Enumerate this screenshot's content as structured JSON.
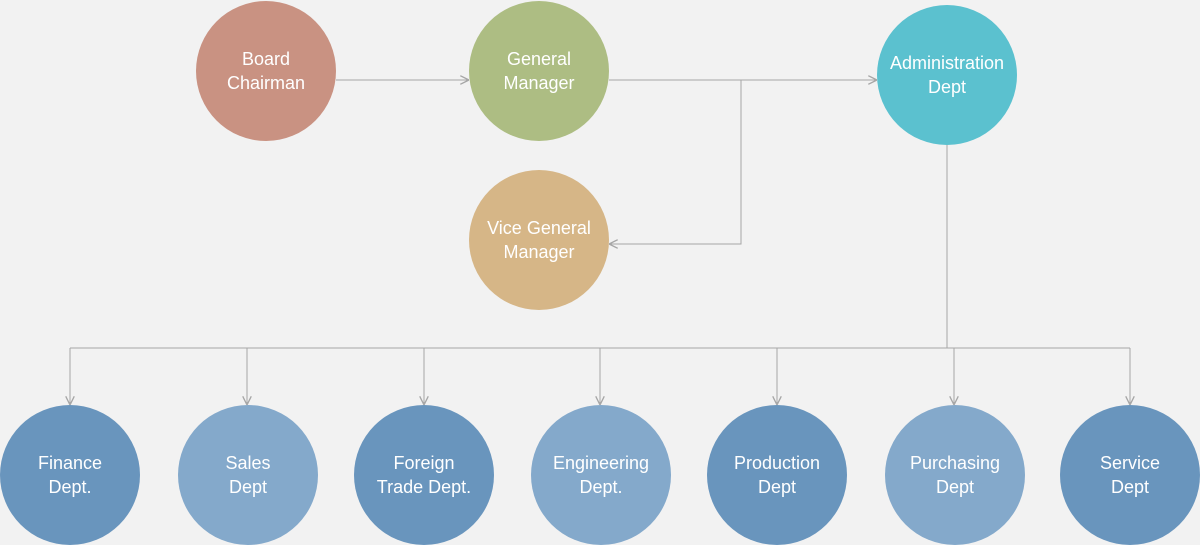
{
  "colors": {
    "background": "#f2f2f2",
    "connector": "#a6a6a6",
    "board": "#c99282",
    "general_manager": "#adbd83",
    "administration": "#5bc1cf",
    "vice_general_manager": "#d6b687",
    "dept_dark": "#6995bd",
    "dept_light": "#84a9cb",
    "text": "#ffffff"
  },
  "nodes": {
    "board_chairman": [
      "Board",
      "Chairman"
    ],
    "general_manager": [
      "General",
      "Manager"
    ],
    "administration_dept": [
      "Administration",
      "Dept"
    ],
    "vice_general_manager": [
      "Vice General",
      "Manager"
    ],
    "finance": [
      "Finance",
      "Dept."
    ],
    "sales": [
      "Sales",
      "Dept"
    ],
    "foreign_trade": [
      "Foreign",
      "Trade Dept."
    ],
    "engineering": [
      "Engineering",
      "Dept."
    ],
    "production": [
      "Production",
      "Dept"
    ],
    "purchasing": [
      "Purchasing",
      "Dept"
    ],
    "service": [
      "Service",
      "Dept"
    ]
  },
  "edges": [
    [
      "board_chairman",
      "general_manager"
    ],
    [
      "general_manager",
      "administration_dept"
    ],
    [
      "general_manager",
      "vice_general_manager"
    ],
    [
      "administration_dept",
      "finance"
    ],
    [
      "administration_dept",
      "sales"
    ],
    [
      "administration_dept",
      "foreign_trade"
    ],
    [
      "administration_dept",
      "engineering"
    ],
    [
      "administration_dept",
      "production"
    ],
    [
      "administration_dept",
      "purchasing"
    ],
    [
      "administration_dept",
      "service"
    ]
  ]
}
